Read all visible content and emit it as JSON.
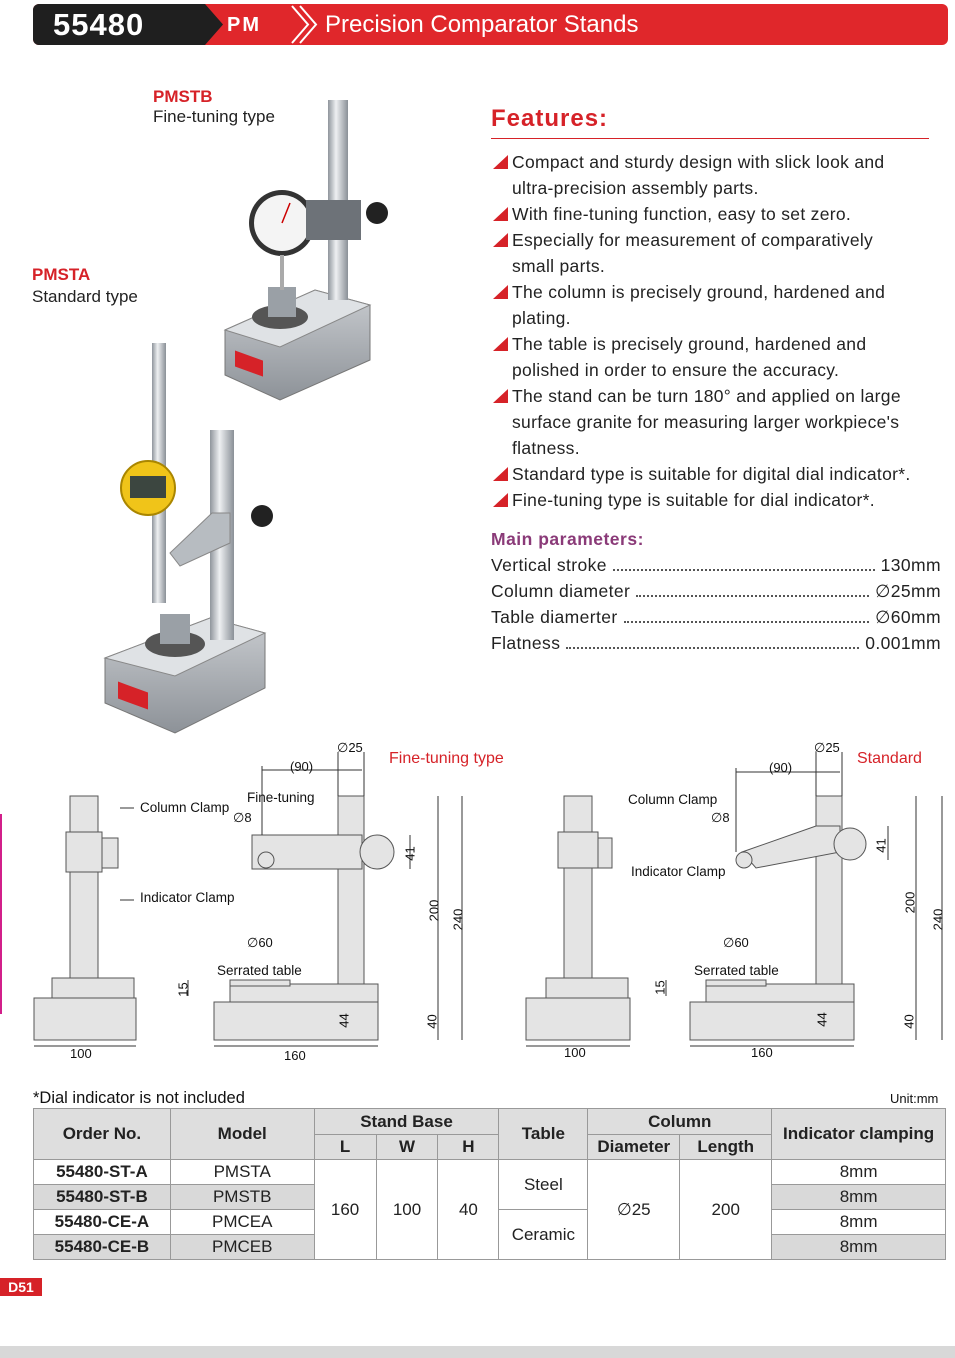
{
  "header": {
    "code": "55480",
    "series": "PM",
    "title": "Precision Comparator Stands"
  },
  "products": {
    "fine": {
      "model": "PMSTB",
      "type": "Fine-tuning type"
    },
    "standard": {
      "model": "PMSTA",
      "type": "Standard type"
    }
  },
  "features": {
    "title": "Features:",
    "items": [
      [
        "Compact and sturdy design with slick look and",
        "ultra-precision assembly parts."
      ],
      [
        "With fine-tuning function, easy to set zero."
      ],
      [
        "Especially for measurement of comparatively",
        "small parts."
      ],
      [
        "The column is precisely ground, hardened and",
        "plating."
      ],
      [
        "The table is precisely ground, hardened and",
        "polished in order to ensure the accuracy."
      ],
      [
        "The stand can be turn 180° and applied on large",
        "surface granite for measuring larger workpiece's",
        "flatness."
      ],
      [
        "Standard type is suitable for digital dial indicator*."
      ],
      [
        "Fine-tuning type is suitable for dial indicator*."
      ]
    ]
  },
  "params": {
    "title": "Main parameters:",
    "items": [
      {
        "label": "Vertical stroke",
        "value": "130mm"
      },
      {
        "label": "Column diameter",
        "value": "∅25mm"
      },
      {
        "label": "Table diamerter",
        "value": "∅60mm"
      },
      {
        "label": "Flatness",
        "value": "0.001mm"
      }
    ]
  },
  "diagrams": {
    "fine": {
      "title": "Fine-tuning type",
      "column_clamp": "Column Clamp",
      "fine_tuning": "Fine-tuning",
      "indicator_clamp": "Indicator Clamp",
      "serrated_table": "Serrated table",
      "d8": "∅8",
      "d25": "∅25",
      "d60": "∅60",
      "reach": "(90)",
      "h41": "41",
      "h200": "200",
      "h240": "240",
      "h15": "15",
      "h44": "44",
      "h40": "40",
      "w100": "100",
      "w160": "160"
    },
    "standard": {
      "title": "Standard",
      "column_clamp": "Column Clamp",
      "indicator_clamp": "Indicator Clamp",
      "serrated_table": "Serrated table",
      "d8": "∅8",
      "d25": "∅25",
      "d60": "∅60",
      "reach": "(90)",
      "h41": "41",
      "h200": "200",
      "h240": "240",
      "h15": "15",
      "h44": "44",
      "h40": "40",
      "w100": "100",
      "w160": "160"
    }
  },
  "note": "*Dial indicator is not included",
  "unit": "Unit:mm",
  "table": {
    "headers": {
      "order": "Order No.",
      "model": "Model",
      "stand_base": "Stand Base",
      "l": "L",
      "w": "W",
      "h": "H",
      "table": "Table",
      "column": "Column",
      "diameter": "Diameter",
      "length": "Length",
      "clamping": "Indicator clamping"
    },
    "rows": [
      {
        "order": "55480-ST-A",
        "model": "PMSTA",
        "clamp": "8mm"
      },
      {
        "order": "55480-ST-B",
        "model": "PMSTB",
        "clamp": "8mm"
      },
      {
        "order": "55480-CE-A",
        "model": "PMCEA",
        "clamp": "8mm"
      },
      {
        "order": "55480-CE-B",
        "model": "PMCEB",
        "clamp": "8mm"
      }
    ],
    "shared": {
      "l": "160",
      "w": "100",
      "h": "40",
      "steel": "Steel",
      "ceramic": "Ceramic",
      "diameter": "∅25",
      "length": "200"
    }
  },
  "page_number": "D51"
}
